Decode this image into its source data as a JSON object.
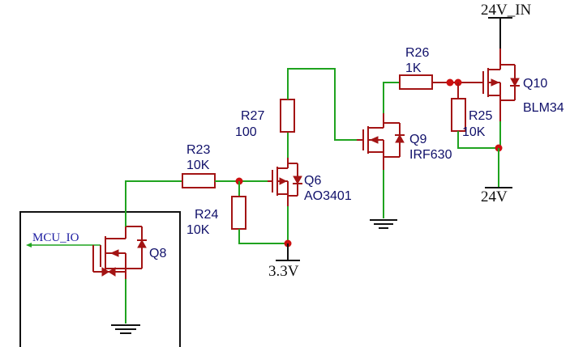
{
  "nets": {
    "vin": "24V_IN",
    "vout": "24V",
    "v33": "3.3V",
    "mcu": "MCU_IO"
  },
  "components": {
    "r23": {
      "ref": "R23",
      "value": "10K"
    },
    "r24": {
      "ref": "R24",
      "value": "10K"
    },
    "r25": {
      "ref": "R25",
      "value": "10K"
    },
    "r26": {
      "ref": "R26",
      "value": "1K"
    },
    "r27": {
      "ref": "R27",
      "value": "100"
    },
    "q6": {
      "ref": "Q6",
      "part": "AO3401"
    },
    "q8": {
      "ref": "Q8"
    },
    "q9": {
      "ref": "Q9",
      "part": "IRF630"
    },
    "q10": {
      "ref": "Q10",
      "part": "BLM34"
    }
  },
  "colors": {
    "wire": "#1fa31f",
    "component": "#a31414",
    "junction": "#cc1010",
    "label": "#10106a"
  }
}
